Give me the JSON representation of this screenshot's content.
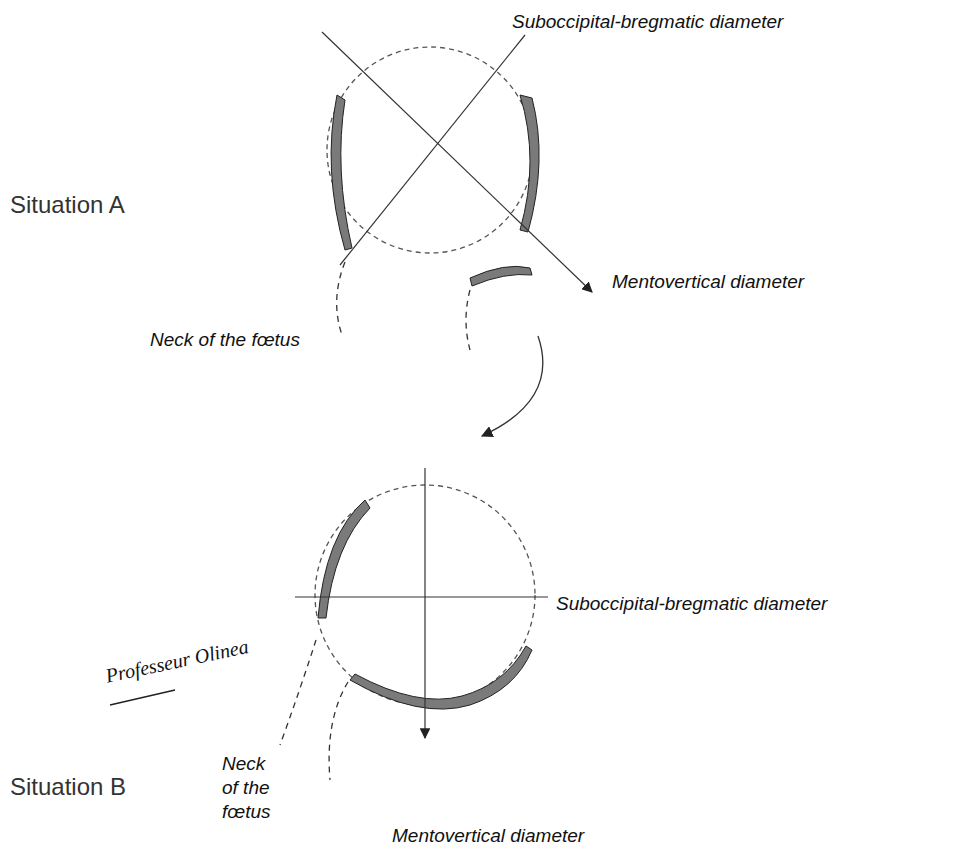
{
  "diagram": {
    "labels": [
      "Suboccipital-bregmatic diameter",
      "Situation A",
      "Mentovertical diameter",
      "Neck of the fœtus",
      "Professeur Olinea",
      "Suboccipital-bregmatic diameter",
      "Situation B",
      "Neck of the fœtus",
      "Mentovertical diameter"
    ]
  }
}
